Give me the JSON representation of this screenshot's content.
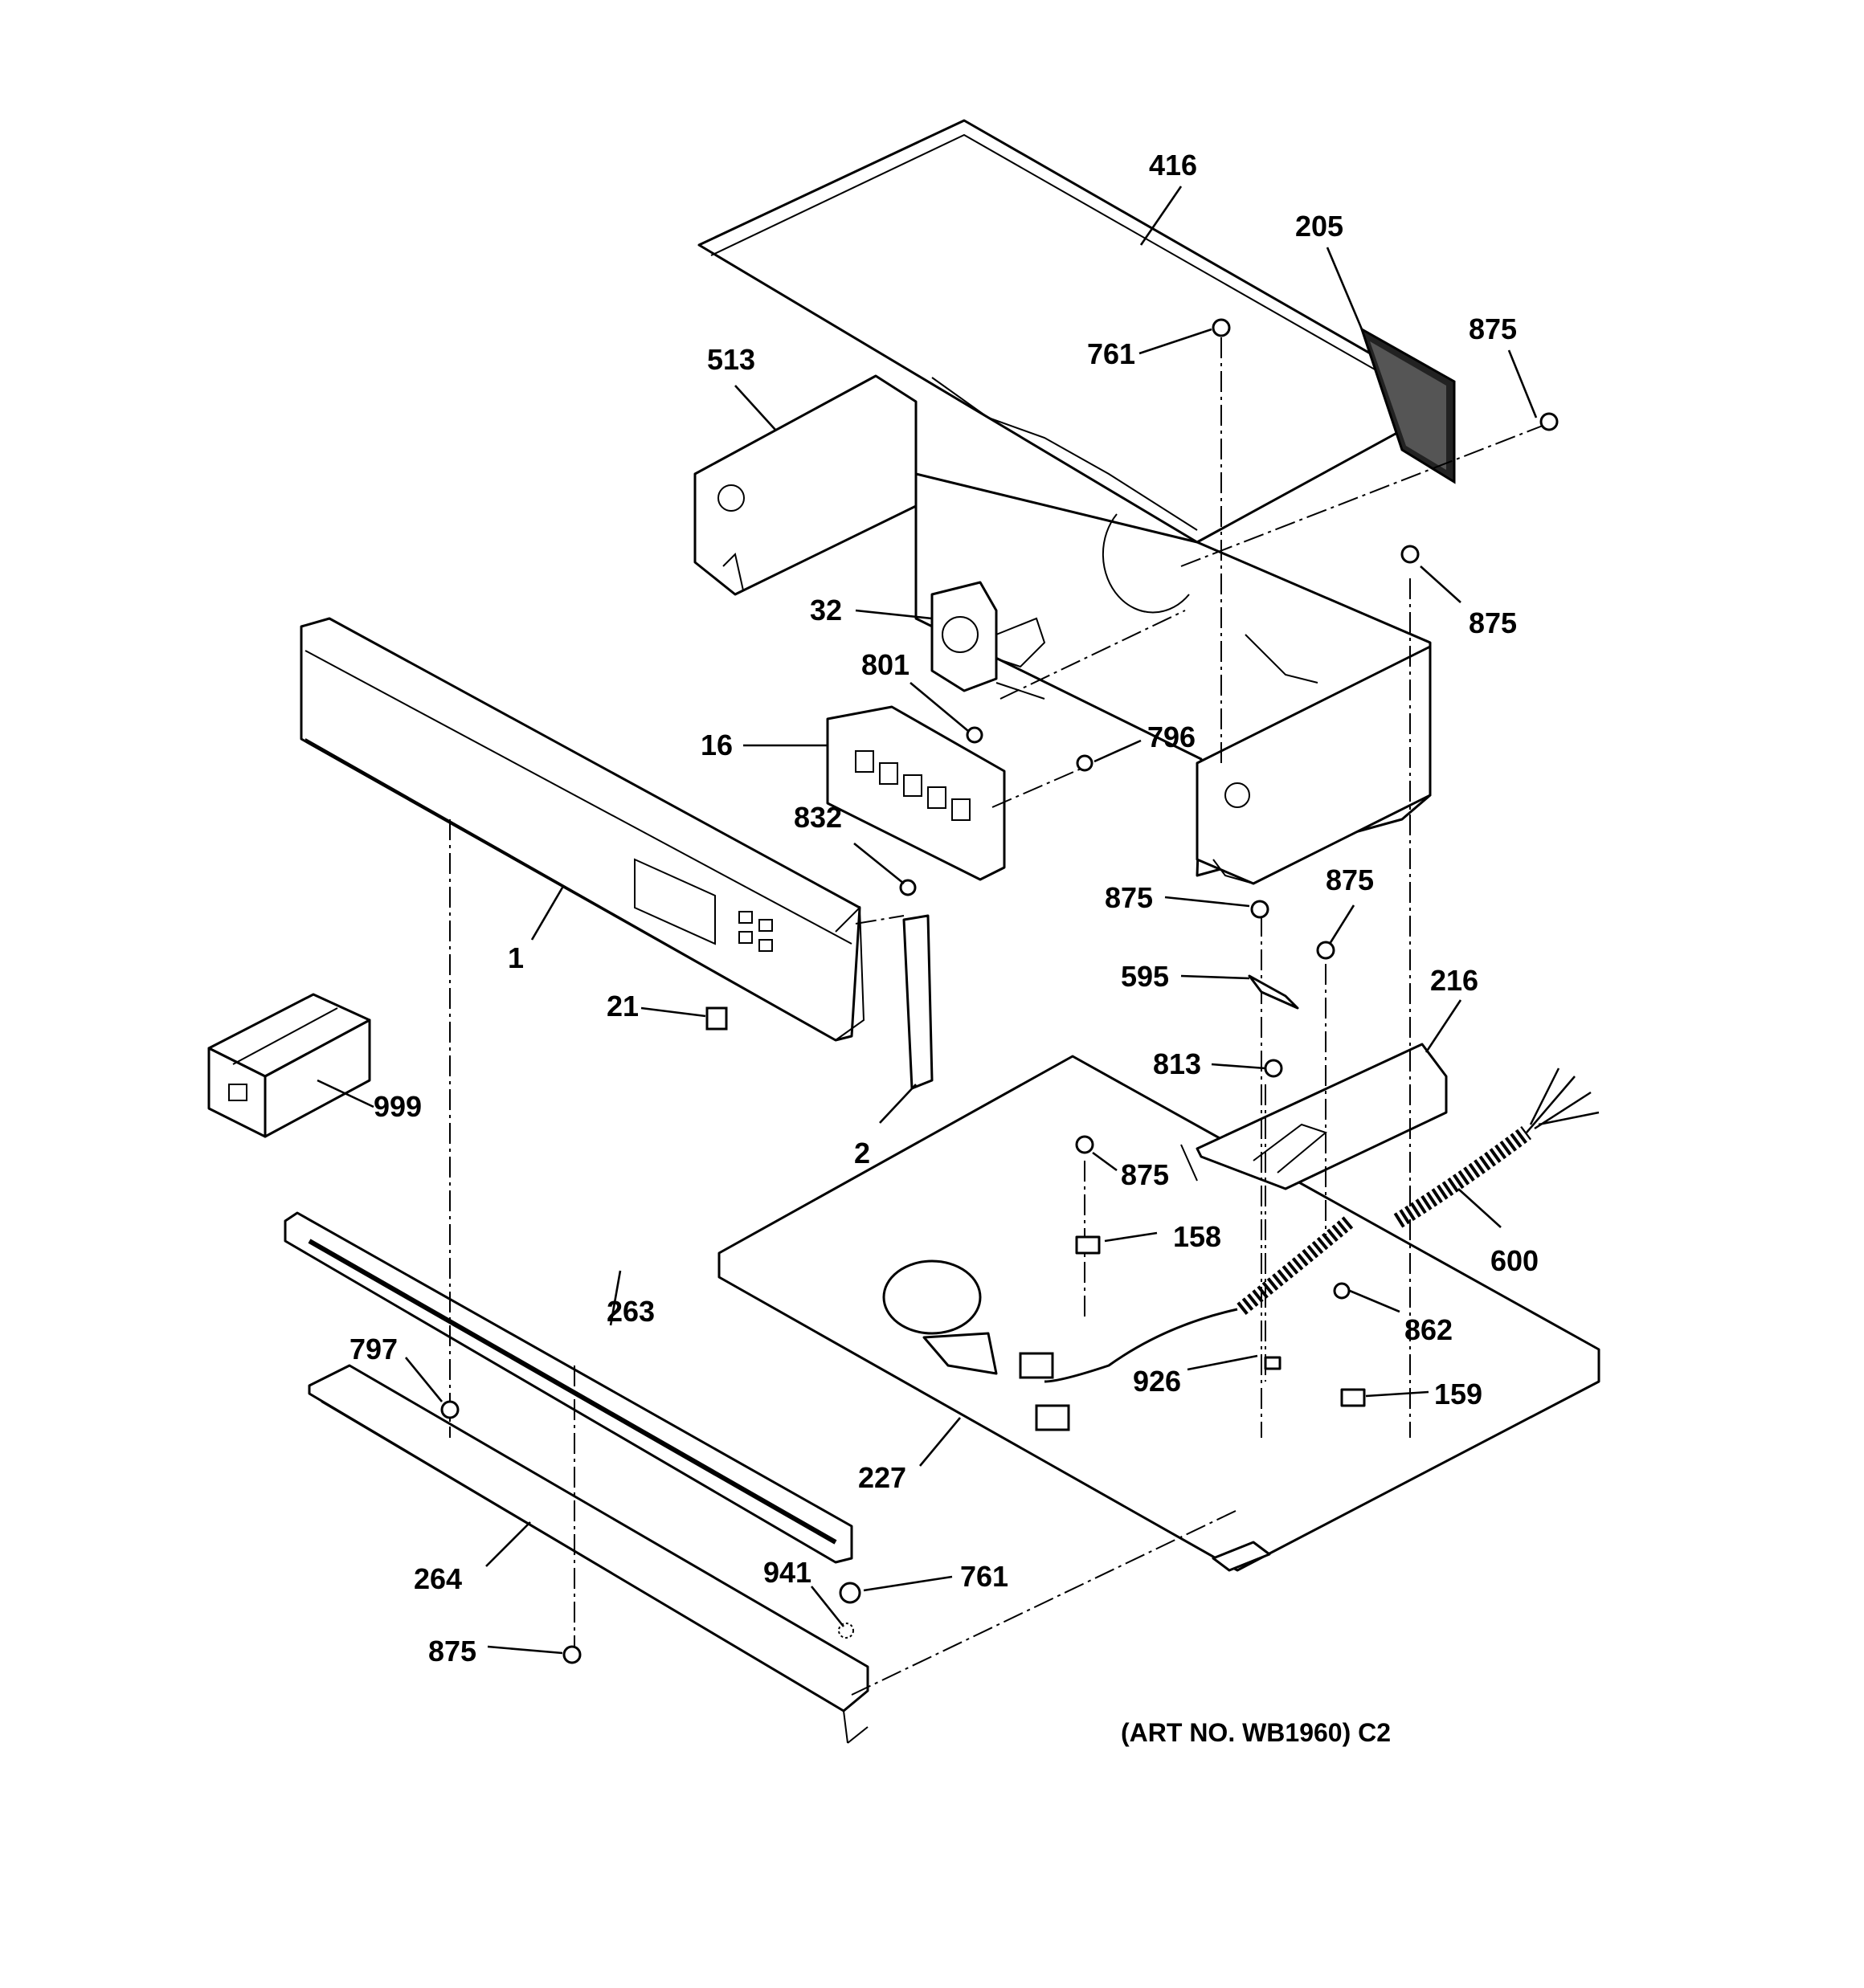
{
  "diagram": {
    "caption": "(ART NO. WB1960) C2",
    "callouts": [
      {
        "id": "c416a",
        "label": "416"
      },
      {
        "id": "c205",
        "label": "205"
      },
      {
        "id": "c875a",
        "label": "875"
      },
      {
        "id": "c513",
        "label": "513"
      },
      {
        "id": "c761a",
        "label": "761"
      },
      {
        "id": "c875b",
        "label": "875"
      },
      {
        "id": "c32",
        "label": "32"
      },
      {
        "id": "c801",
        "label": "801"
      },
      {
        "id": "c16",
        "label": "16"
      },
      {
        "id": "c796",
        "label": "796"
      },
      {
        "id": "c832",
        "label": "832"
      },
      {
        "id": "c875c",
        "label": "875"
      },
      {
        "id": "c875d",
        "label": "875"
      },
      {
        "id": "c1",
        "label": "1"
      },
      {
        "id": "c595",
        "label": "595"
      },
      {
        "id": "c216",
        "label": "216"
      },
      {
        "id": "c21",
        "label": "21"
      },
      {
        "id": "c813",
        "label": "813"
      },
      {
        "id": "c999",
        "label": "999"
      },
      {
        "id": "c2",
        "label": "2"
      },
      {
        "id": "c875e",
        "label": "875"
      },
      {
        "id": "c158",
        "label": "158"
      },
      {
        "id": "c600",
        "label": "600"
      },
      {
        "id": "c263",
        "label": "263"
      },
      {
        "id": "c862",
        "label": "862"
      },
      {
        "id": "c797",
        "label": "797"
      },
      {
        "id": "c926",
        "label": "926"
      },
      {
        "id": "c159",
        "label": "159"
      },
      {
        "id": "c227",
        "label": "227"
      },
      {
        "id": "c264",
        "label": "264"
      },
      {
        "id": "c941",
        "label": "941"
      },
      {
        "id": "c761b",
        "label": "761"
      },
      {
        "id": "c875f",
        "label": "875"
      }
    ]
  }
}
